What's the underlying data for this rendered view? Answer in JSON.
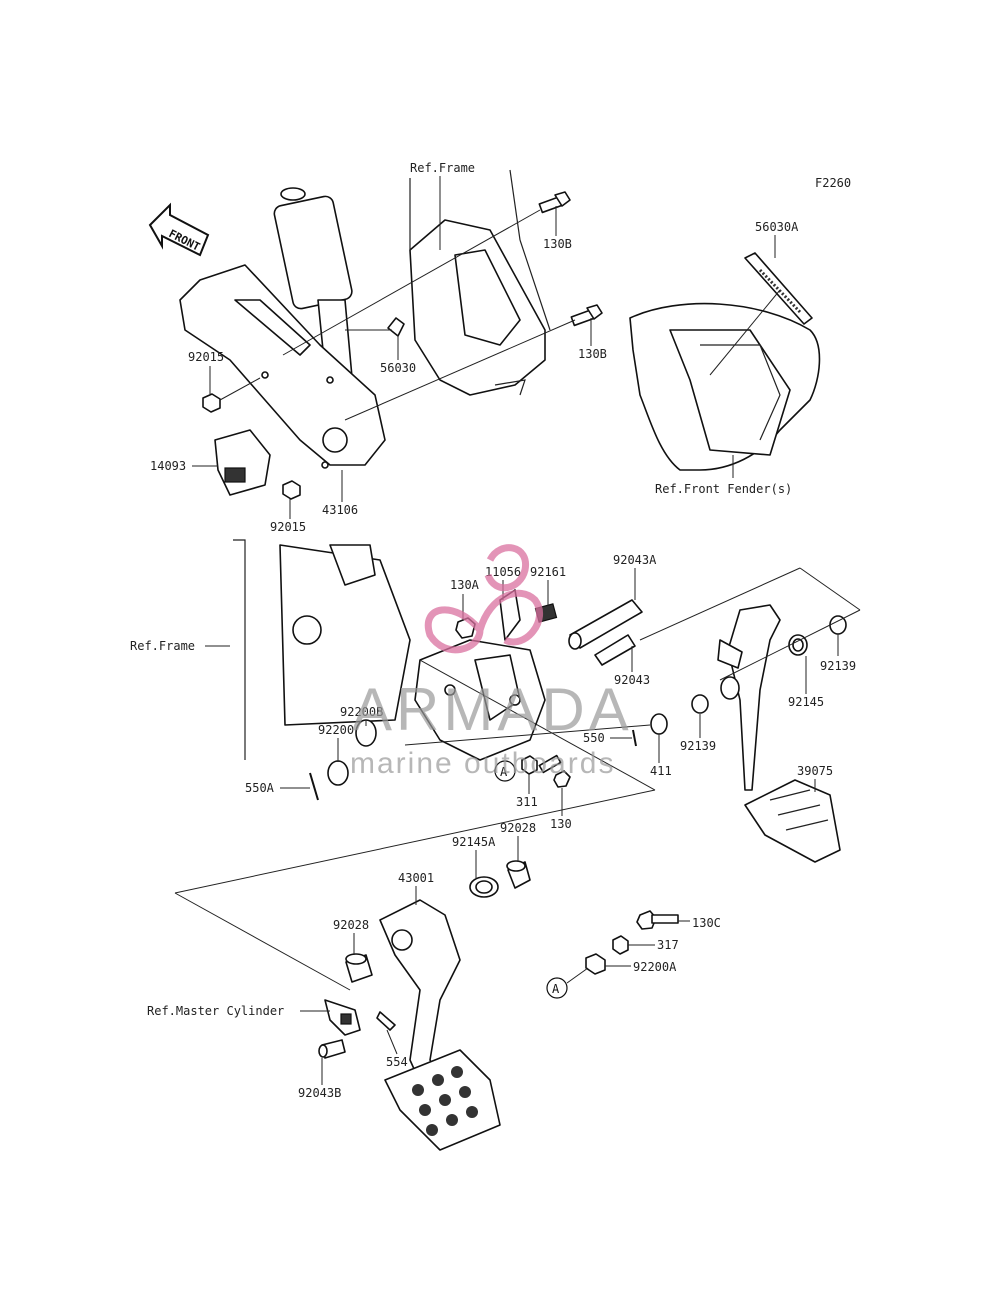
{
  "figure_code": "F2260",
  "front_arrow_label": "FRONT",
  "watermark": {
    "brand": "ARMADA",
    "tagline": "marine outboards",
    "logo_color": "#d9709f"
  },
  "references": {
    "frame_top": "Ref.Frame",
    "frame_mid": "Ref.Frame",
    "front_fender": "Ref.Front Fender(s)",
    "master_cylinder": "Ref.Master Cylinder"
  },
  "callout_marker": "A",
  "parts": {
    "p130B_a": "130B",
    "p130B_b": "130B",
    "p56030A": "56030A",
    "p56030": "56030",
    "p92015_a": "92015",
    "p92015_b": "92015",
    "p14093": "14093",
    "p43106": "43106",
    "p130A": "130A",
    "p11056": "11056",
    "p92161": "92161",
    "p92043A": "92043A",
    "p92043": "92043",
    "p92139_a": "92139",
    "p92139_b": "92139",
    "p92145": "92145",
    "p92200B": "92200B",
    "p92200": "92200",
    "p550A": "550A",
    "p550": "550",
    "p411": "411",
    "p311": "311",
    "p130": "130",
    "p39075": "39075",
    "p92028_a": "92028",
    "p92028_b": "92028",
    "p92145A": "92145A",
    "p43001": "43001",
    "p130C": "130C",
    "p317": "317",
    "p92200A": "92200A",
    "p554": "554",
    "p92043B": "92043B"
  }
}
